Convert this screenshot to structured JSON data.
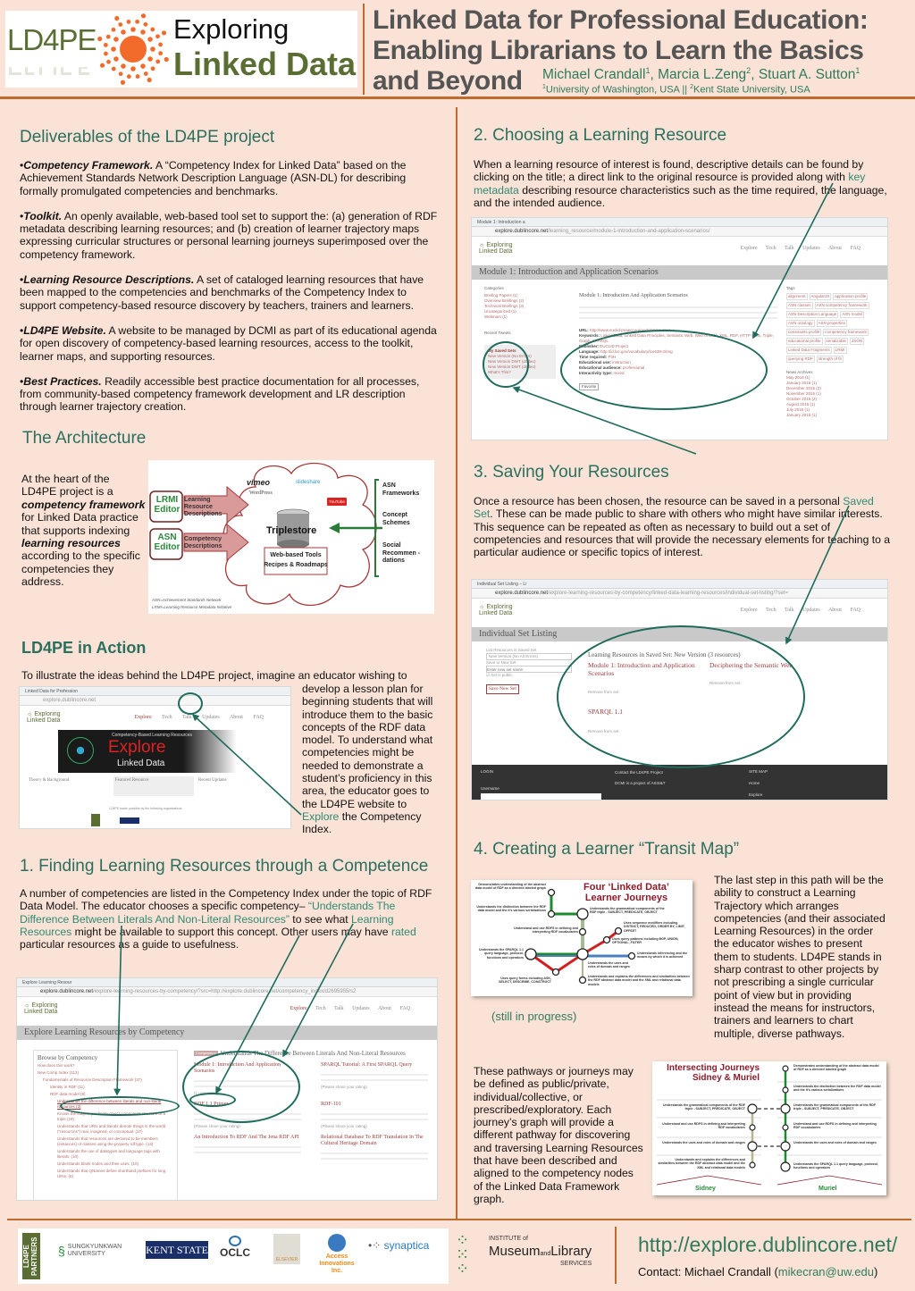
{
  "header": {
    "logo": {
      "ld4pe": "LD4PE",
      "exploring": "Exploring",
      "linked_data": "Linked Data"
    },
    "title_lines": [
      "Linked Data for Professional Education:",
      "Enabling Librarians to Learn the Basics",
      "and Beyond"
    ],
    "authors": [
      {
        "name": "Michael Crandall",
        "sup": "1"
      },
      {
        "name": "Marcia L.Zeng",
        "sup": "2"
      },
      {
        "name": "Stuart A. Sutton",
        "sup": "1"
      }
    ],
    "affiliations": [
      {
        "sup": "1",
        "name": "University of Washington, USA"
      },
      {
        "sup": "2",
        "name": "Kent State University, USA"
      }
    ],
    "affil_sep": " || "
  },
  "colors": {
    "accent": "#2b6f5f",
    "rule": "#c06a2e",
    "background": "#fae3d6",
    "logo_green": "#5a6e34",
    "sun_orange": "#f26b2a"
  },
  "deliverables": {
    "heading": "Deliverables of the LD4PE project",
    "items": [
      {
        "term": "Competency Framework.",
        "text": " A “Competency Index for Linked Data” based on the Achievement Standards Network Description Language (ASN-DL) for describing formally promulgated competencies and benchmarks."
      },
      {
        "term": "Toolkit.",
        "text": " An openly available, web-based tool set to support the: (a) generation of RDF metadata describing learning resources; and (b) creation of learner trajectory maps expressing curricular structures or personal learning journeys superimposed over the competency framework."
      },
      {
        "term": "Learning Resource Descriptions.",
        "text": " A set of cataloged learning resources that have been mapped to the competencies and benchmarks of the Competency Index to support competency-based resource discovery by teachers, trainers and learners."
      },
      {
        "term": "LD4PE Website.",
        "text": " A website to be managed by DCMI as part of its educational agenda for open discovery of competency-based learning resources, access to the toolkit, learner maps, and supporting resources."
      },
      {
        "term": "Best Practices.",
        "text": " Readily accessible best practice documentation for all processes, from community-based competency framework development and LR description through learner trajectory creation."
      }
    ]
  },
  "architecture": {
    "heading": "The Architecture",
    "text_parts": [
      "At the heart of the LD4PE project is a ",
      "competency framework",
      " for Linked Data practice that supports indexing ",
      "learning resources",
      " according to the specific competencies they address."
    ],
    "diagram": {
      "lrmi_editor": "LRMI Editor",
      "asn_editor": "ASN Editor",
      "lr_desc": "Learning Resource Descriptions",
      "comp_desc": "Competency Descriptions",
      "vimeo": "vimeo",
      "slideshare": "slideshare",
      "wordpress": "WordPress",
      "youtube": "YouTube",
      "triplestore": "Triplestore",
      "tools": "Web-based Tools",
      "recipes": "Recipes & Roadmaps",
      "sources": [
        "ASN Frameworks",
        "Concept Schemes",
        "Social Recommen -dations"
      ],
      "legend": [
        "ASN=Achievement Standards Network",
        "LRMI=Learning Resource Metadata Initiative"
      ]
    }
  },
  "in_action": {
    "heading": "LD4PE in Action",
    "intro": "To illustrate the ideas behind the LD4PE project, imagine an educator wishing to",
    "side_text": "develop a lesson plan for beginning students that will introduce them to the basic concepts of the RDF data model. To understand what competencies might be needed to demonstrate a student’s proficiency in this area, the educator goes to the LD4PE website to ",
    "side_link": "Explore",
    "side_tail": " the Competency Index.",
    "screenshot": {
      "tab": "Linked Data for Profession",
      "url": "explore.dublincore.net",
      "menu": [
        "Explore",
        "Tech Talk",
        "Updates",
        "About",
        "FAQ"
      ],
      "banner_small": "Competency-Based Learning Resources",
      "banner_big": "Explore",
      "banner_sub": "Linked Data",
      "cols": [
        "Theory & Background",
        "Featured Resource",
        "Recent Updates"
      ],
      "partners_caption": "LD4PE made possible by the following organizations"
    }
  },
  "finding": {
    "heading": "1. Finding Learning Resources through a Competence",
    "parts": [
      "A number of competencies are listed in the Competency Index under the topic of RDF Data Model. The educator chooses a specific competency– ",
      "“Understands The Difference Between Literals And Non-Literal Resources”",
      " to see what ",
      "Learning Resources",
      " might be available to support this concept. Other users may have ",
      "rated",
      " particular resources as a guide to usefulness."
    ],
    "screenshot": {
      "tab": "Explore Learning Resour",
      "url_host": "explore.dublincore.net",
      "url_path": "/explore-learning-resources-by-competency/?src=http://explore.dublincore.net/competency_index/d2695955/s2",
      "menu": [
        "Explore",
        "Tech Talk",
        "Updates",
        "About",
        "FAQ"
      ],
      "band": "Explore Learning Resources by Competency",
      "browse": "Browse by Competency",
      "tree": [
        "How does this work?",
        "New Comp Index (113)",
        "Fundamentals of Resource Description Framework (37)",
        "Identity in RDF (11)",
        "RDF data model (8)",
        "Understands the difference between literals and non-literal resources (3)",
        "Knows the subject-predicate-object component structure of a triple (24)",
        "Understands that URIs and literals denote things in the world (\"resources\") real, imagined, or conceptual. (17)",
        "Understands that resources are declared to be members (instances) of classes using the property rdf:type. (13)",
        "Understands the use of datatypes and language tags with literals. (10)",
        "Understands blank nodes and their uses. (10)",
        "Understands that QNames define shorthand prefixes for long URIs. (6)"
      ],
      "badge": "Competency",
      "comp_title": "Understands The Difference Between Literals And Non-Literal Resources",
      "results": [
        {
          "title": "Module 1: Introduction And Application Scenarios",
          "rating": "(1 user rating)"
        },
        {
          "title": "SPARQL Tutorial: A First SPARQL Query",
          "rating": "(Please share your rating)"
        },
        {
          "title": "RDF 1.1 Primer",
          "rating": "(Please share your rating)"
        },
        {
          "title": "RDF-101",
          "rating": "(Please share your rating)"
        },
        {
          "title": "An Introduction To RDF And The Jena RDF API",
          "rating": ""
        },
        {
          "title": "Relational Database To RDF Translation In The Cultural Heritage Domain",
          "rating": ""
        }
      ]
    }
  },
  "choosing": {
    "heading": "2. Choosing a Learning Resource",
    "parts": [
      "When a learning resource of interest is found, descriptive details can be found by clicking on the title; a direct link to the original resource is provided along with ",
      "key metadata",
      " describing resource characteristics such as the time required, the language, and the intended audience."
    ],
    "screenshot": {
      "tab": "Module 1: Introduction a",
      "url_host": "explore.dublincore.net",
      "url_path": "/learning_resource/module-1-introduction-and-application-scenarios/",
      "menu": [
        "Explore",
        "Tech Talk",
        "Updates",
        "About",
        "FAQ"
      ],
      "band": "Module 1: Introduction and Application Scenarios",
      "categories_label": "Categories",
      "categories": [
        "Briefing Papers (1)",
        "Overview Briefings (2)",
        "Technical Briefings (3)",
        "Uncategorized (1)",
        "Webinars (1)"
      ],
      "recent_tweets": "Recent Tweets",
      "saved_sets_label": "My Saved Sets",
      "saved_sets": [
        "New Version (No Errors)",
        "New Version DWT (dndeo)",
        "New Version DWT (dndeo)",
        "What's This?"
      ],
      "resource_title": "Module 1: Introduction And Application Scenarios",
      "metadata": [
        {
          "k": "URL:",
          "v": "http://www.euclid-project.eu/modules/course1"
        },
        {
          "k": "Keywords:",
          "v": "Linked Data, Linked Data Principles, Semantic Web, Web of Data, XML, RDF, HTTP URIs, Triple, Graph, SPARQL"
        },
        {
          "k": "Publisher:",
          "v": "EUCLID Project"
        },
        {
          "k": "Language:",
          "v": "http://id.loc.gov/vocabulary/iso639-2/eng"
        },
        {
          "k": "Time required:",
          "v": "P3H"
        },
        {
          "k": "Educational use:",
          "v": "instruction"
        },
        {
          "k": "Educational audience:",
          "v": "professional"
        },
        {
          "k": "Interactivity type:",
          "v": "mixed"
        }
      ],
      "favorite": "Favorite",
      "tags_label": "Tags",
      "tags": [
        "alignment",
        "AngularJS",
        "application profile",
        "ASN classes",
        "ASN competency framework",
        "ASN Description Language",
        "ASN model",
        "ASN ontology",
        "ASN properties",
        "constraints profile",
        "competency framework",
        "educational profile",
        "serializable",
        "JSON",
        "Linked Data Fragments",
        "LRMI",
        "querying RDF",
        "strength of fit"
      ],
      "news_label": "News Archives",
      "news": [
        "May 2016 (1)",
        "January 2016 (1)",
        "December 2015 (2)",
        "November 2015 (1)",
        "October 2015 (2)",
        "August 2015 (1)",
        "July 2015 (1)",
        "January 2015 (1)"
      ]
    }
  },
  "saving": {
    "heading": "3. Saving Your Resources",
    "parts": [
      "Once a resource has been chosen, the resource can be saved in a personal ",
      "Saved Set",
      ". These can be made public to share with others who might have similar interests. This sequence can be repeated as often as necessary to build out a set of competencies and resources that will provide the necessary elements for teaching to a particular audience or specific topics of interest."
    ],
    "screenshot": {
      "tab": "Individual Set Listing – Li",
      "url_host": "explore.dublincore.net",
      "url_path": "/explore-learning-resources-by-competency/linked-data-learning-resources/individual-set-listing/?set=",
      "menu": [
        "Explore",
        "Tech Talk",
        "Updates",
        "About",
        "FAQ"
      ],
      "band": "Individual Set Listing",
      "list_label": "List Resources in Saved Set",
      "select_value": "New Version (No Alt Errors)",
      "save_label": "Save to New Set",
      "save_placeholder": "Enter new set name",
      "public_label": "Set is public",
      "save_button": "Save New Set",
      "set_heading": "Learning Resources in Saved Set: New Version (3 resources)",
      "items": [
        {
          "title": "Module 1: Introduction and Application Scenarios",
          "remove": "Remove from set"
        },
        {
          "title": "Deciphering the Semantic Web",
          "remove": "Remove from set"
        },
        {
          "title": "SPARQL 1.1",
          "remove": "Remove from set"
        }
      ],
      "footer": [
        "LOGIN",
        "Contact the LD4PE Project",
        "SITE MAP",
        "Username",
        "DCMI is a project of ASIS&T",
        "Home",
        "Explore"
      ]
    }
  },
  "transit": {
    "heading": "4. Creating a Learner “Transit Map”",
    "map1_title": [
      "Four ‘Linked Data’",
      "Learner Journeys"
    ],
    "map1_labels": [
      "Demonstrates understanding of the abstract data model of RDF as a directed labeled graph",
      "Understands the distinction between the RDF data model and the it's various serializations",
      "Understands the grammatical components of the RDF triple - SUBJECT, PREDICATE, OBJECT",
      "Understand and use RDFS in defining and interpreting RDF vocabularies",
      "Uses sequence modifiers including DISTINCT, REDUCED, ORDER BY, LIMIT, OFFSET",
      "Uses query patterns including BGP, UNION, OPTIONAL, FILTER",
      "Understands the SPARQL 1.1 query language, protocol, functions and operators",
      "Understands inferencing and the means by which it is achieved",
      "Understands the uses and roles of domain and ranges",
      "Uses query forms including ASK, SELECT, DESCRIBE, CONSTRUCT",
      "Understands and explains the differences and similarities between the RDF abstract data model and the XML and relational data models"
    ],
    "still_in_progress": "(still in progress)",
    "text1": "The last step in this path will be the ability to construct a Learning Trajectory which arranges competencies (and their associated Learning Resources) in the order the educator wishes to present them to students. LD4PE stands in sharp contrast to other projects by not prescribing a single curricular point of view but in providing instead the means for instructors, trainers and learners to chart multiple, diverse pathways.",
    "text2": "These pathways or journeys may be defined as public/private, individual/collective, or prescribed/exploratory. Each journey’s graph will provide a different pathway for discovering and traversing Learning Resources that have been described and aligned to the competency nodes of the Linked Data Framework graph.",
    "map2_title": [
      "Intersecting Journeys",
      "Sidney & Muriel"
    ],
    "map2_left": [
      "Understands the grammatical components of the RDF triple - SUBJECT, PREDICATE, OBJECT",
      "Understand and use RDFS in defining and interpreting RDF vocabularies",
      "Understands the uses and roles of domain and ranges",
      "Understands and explains the differences and similarities between the RDF abstract data model and the XML and relational data models"
    ],
    "map2_right": [
      "Demonstrates understanding of the abstract data model of RDF as a directed labeled graph",
      "Understands the distinction between the RDF data model and the it's various serializations",
      "Understands the grammatical components of the RDF triple - SUBJECT, PREDICATE, OBJECT",
      "Understand and use RDFS in defining and interpreting RDF vocabularies",
      "Understands the uses and roles of domain and ranges",
      "Understands the SPARQL 1.1 query language, protocol, functions and operators"
    ],
    "sidney": "Sidney",
    "muriel": "Muriel"
  },
  "footer": {
    "partners_badge": "LD4PE PARTNERS",
    "partners": [
      "SUNGKYUNKWAN UNIVERSITY",
      "KENT STATE",
      "OCLC",
      "ELSEVIER",
      "Access Innovations Inc.",
      "synaptica"
    ],
    "imls": {
      "line1": "INSTITUTE of",
      "museum": "Museum",
      "and": "and",
      "library": "Library",
      "services": "SERVICES"
    },
    "url": "http://explore.dublincore.net/",
    "contact_prefix": "Contact: Michael Crandall (",
    "contact_email": "mikecran@uw.edu",
    "contact_suffix": ")"
  }
}
